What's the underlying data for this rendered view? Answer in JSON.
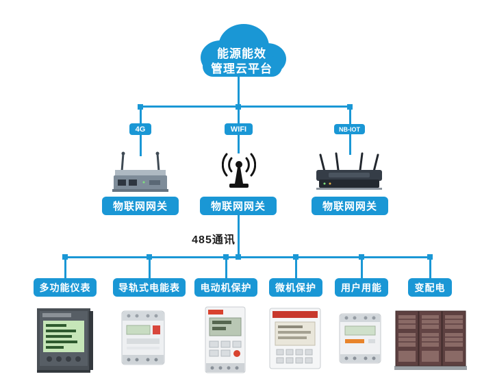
{
  "cloud": {
    "line1": "能源能效",
    "line2": "管理云平台",
    "icon": "cloud-icon"
  },
  "gateways": [
    {
      "badge": "4G",
      "label": "物联网网关",
      "icon": "cellular-router-image"
    },
    {
      "badge": "WIFI",
      "label": "物联网网关",
      "icon": "wifi-antenna-image"
    },
    {
      "badge": "NB-IOT",
      "label": "物联网网关",
      "icon": "nbiot-router-image"
    }
  ],
  "bus": {
    "label": "485通讯"
  },
  "devices": [
    {
      "label": "多功能仪表",
      "icon": "multifunction-meter-image"
    },
    {
      "label": "导轨式电能表",
      "icon": "din-rail-meter-image"
    },
    {
      "label": "电动机保护",
      "icon": "motor-protector-image"
    },
    {
      "label": "微机保护",
      "icon": "protection-relay-image"
    },
    {
      "label": "用户用能",
      "icon": "energy-meter-image"
    },
    {
      "label": "变配电",
      "icon": "switchgear-cabinet-image"
    }
  ],
  "colors": {
    "primary_blue": "#1a97d5",
    "text_dark": "#1d1d1d"
  }
}
